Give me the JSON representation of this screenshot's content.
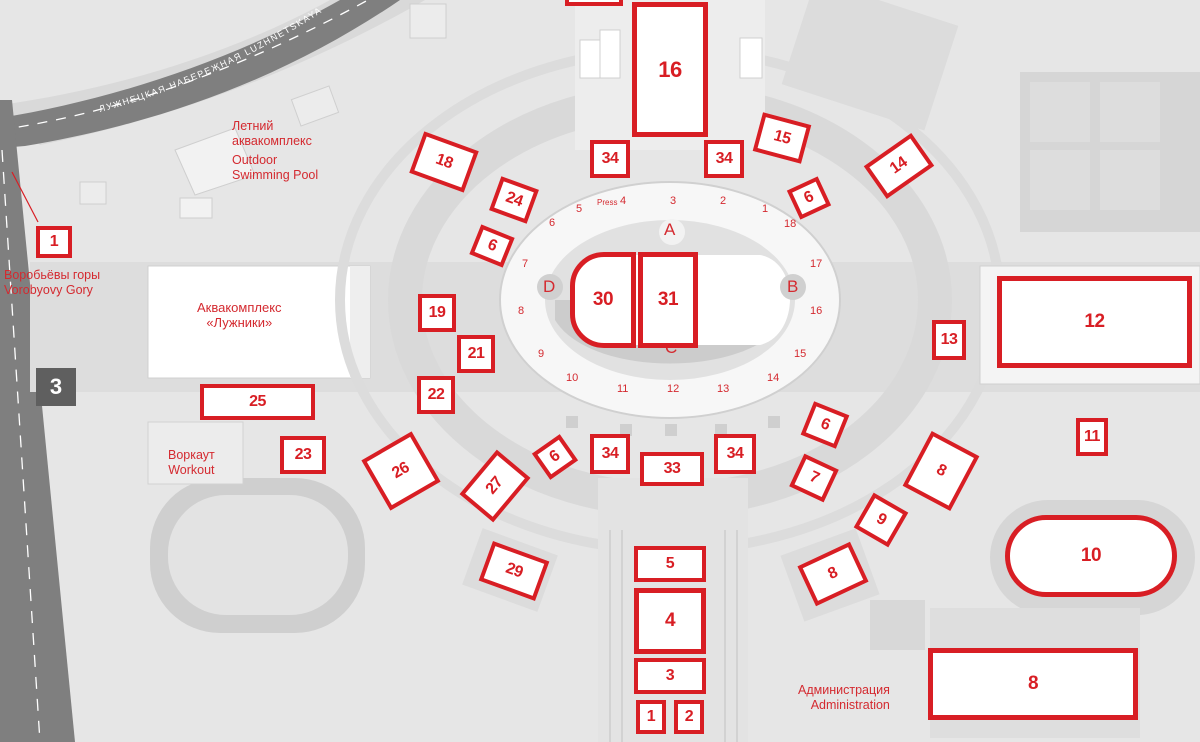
{
  "colors": {
    "accent": "#d81e24",
    "ground": "#e6e6e6",
    "path": "#d7d7d7",
    "road": "#7f7f7f",
    "building": "#f4f4f4"
  },
  "river_embankment": "ЛУЖНЕЦКАЯ НАБЕРЕЖНАЯ LUZHNETSKAYA",
  "labels": {
    "pool_ru": "Летний аквакомплекс",
    "pool_ru_1": "Летний",
    "pool_ru_2": "аквакомплекс",
    "pool_en_1": "Outdoor",
    "pool_en_2": "Swimming Pool",
    "vorob_ru": "Воробьёвы горы",
    "vorob_en": "Vorobyovy Gory",
    "aqua_ru_1": "Аквакомплекс",
    "aqua_ru_2": "«Лужники»",
    "workout_ru": "Воркаут",
    "workout_en": "Workout",
    "admin_ru": "Администрация",
    "admin_en": "Administration"
  },
  "metro_number": "3",
  "press": "Press",
  "stands": {
    "a": "A",
    "b": "B",
    "c": "C",
    "d": "D"
  },
  "sectors": [
    "1",
    "2",
    "3",
    "4",
    "5",
    "6",
    "7",
    "8",
    "9",
    "10",
    "11",
    "12",
    "13",
    "14",
    "15",
    "16",
    "17",
    "18"
  ],
  "blocks": {
    "b1_metro": "1",
    "b16": "16",
    "b15": "15",
    "b14": "14",
    "b18": "18",
    "b24": "24",
    "b6_nw": "6",
    "b6_ne": "6",
    "b34_nw": "34",
    "b34_ne": "34",
    "b19": "19",
    "b21": "21",
    "b22": "22",
    "b25": "25",
    "b23": "23",
    "b26": "26",
    "b27": "27",
    "b6_sw": "6",
    "b34_sw": "34",
    "b33": "33",
    "b34_se": "34",
    "b6_se": "6",
    "b7": "7",
    "b9": "9",
    "b8_e": "8",
    "b8_se": "8",
    "b8_admin": "8",
    "b10": "10",
    "b11": "11",
    "b12": "12",
    "b13": "13",
    "b29": "29",
    "b30": "30",
    "b31": "31",
    "b5": "5",
    "b4": "4",
    "b3": "3",
    "b1": "1",
    "b2": "2"
  }
}
